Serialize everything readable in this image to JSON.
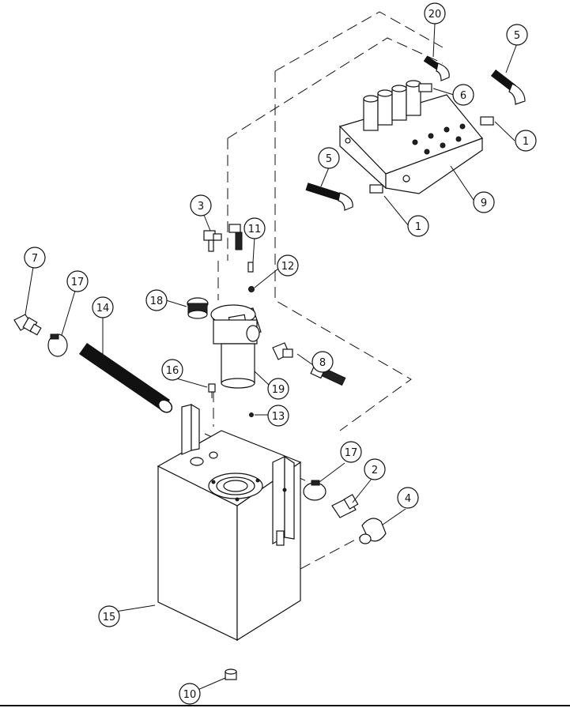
{
  "callouts": {
    "c1a": "1",
    "c1b": "1",
    "c2": "2",
    "c3": "3",
    "c4": "4",
    "c5a": "5",
    "c5b": "5",
    "c6": "6",
    "c7": "7",
    "c8": "8",
    "c9": "9",
    "c10": "10",
    "c11": "11",
    "c12": "12",
    "c13": "13",
    "c14": "14",
    "c15": "15",
    "c16": "16",
    "c17a": "17",
    "c17b": "17",
    "c18": "18",
    "c19": "19",
    "c20": "20"
  }
}
